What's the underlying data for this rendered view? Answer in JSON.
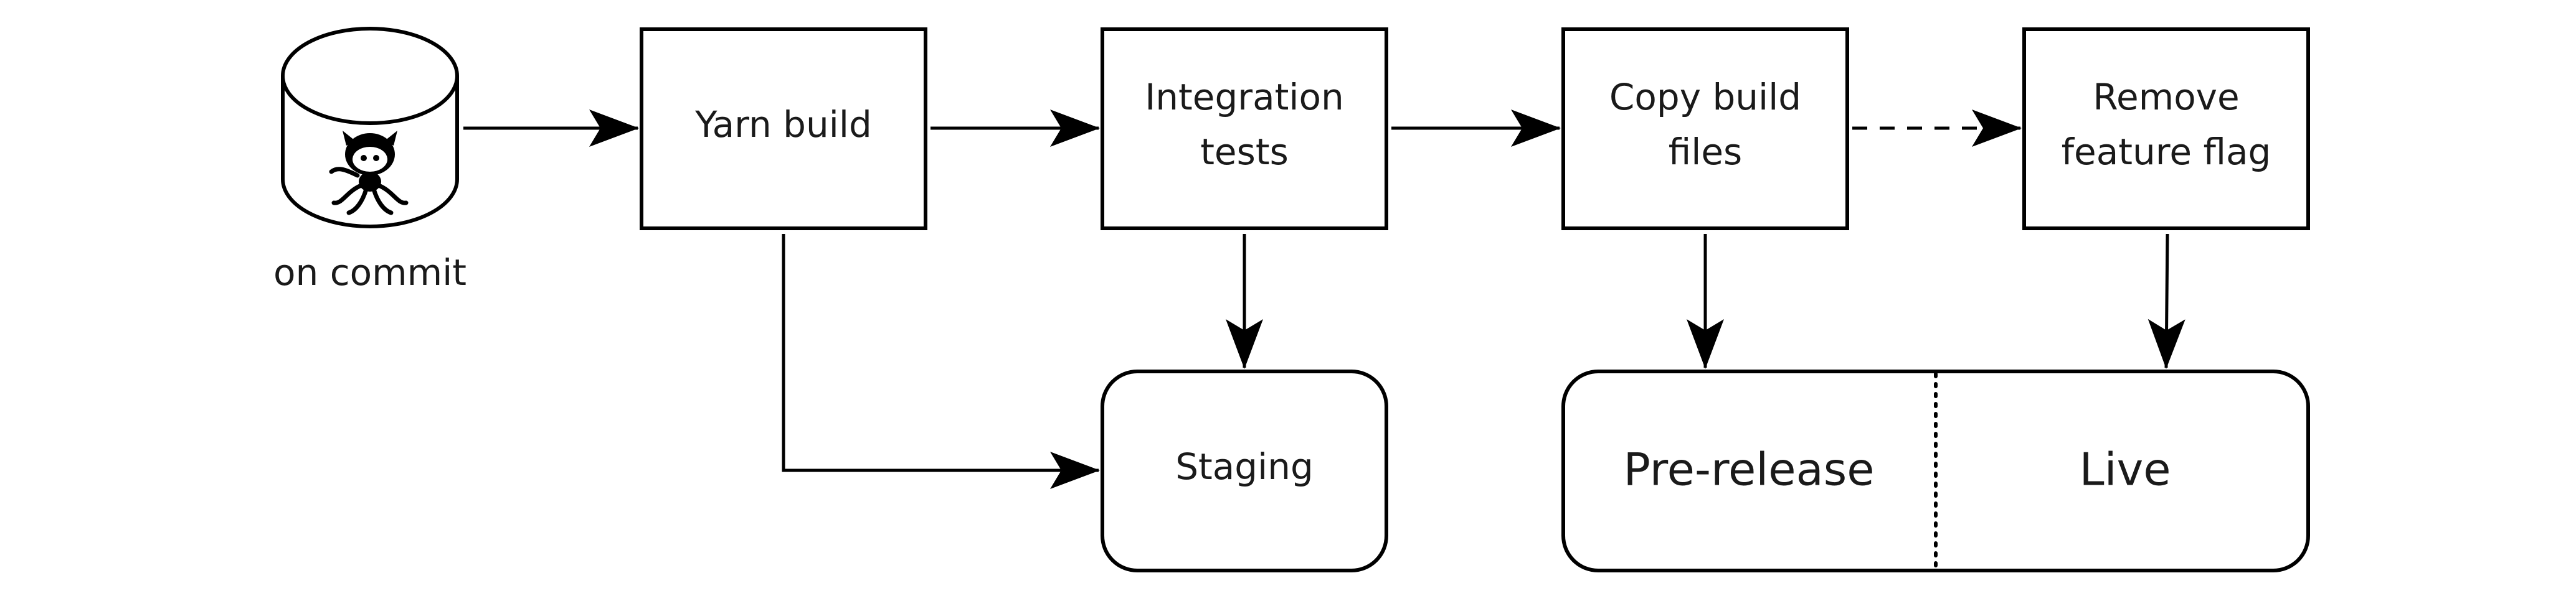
{
  "source": {
    "caption": "on commit",
    "icon": "octocat-icon"
  },
  "nodes": {
    "yarn_build": {
      "lines": [
        "Yarn build"
      ]
    },
    "integration_tests": {
      "lines": [
        "Integration",
        "tests"
      ]
    },
    "copy_build_files": {
      "lines": [
        "Copy build",
        "files"
      ]
    },
    "remove_feature_flag": {
      "lines": [
        "Remove",
        "feature flag"
      ]
    },
    "staging": {
      "lines": [
        "Staging"
      ]
    },
    "pre_release": {
      "lines": [
        "Pre-release"
      ]
    },
    "live": {
      "lines": [
        "Live"
      ]
    }
  },
  "edges": [
    {
      "from": "on commit",
      "to": "Yarn build",
      "style": "solid"
    },
    {
      "from": "Yarn build",
      "to": "Integration tests",
      "style": "solid"
    },
    {
      "from": "Integration tests",
      "to": "Copy build files",
      "style": "solid"
    },
    {
      "from": "Copy build files",
      "to": "Remove feature flag",
      "style": "dashed"
    },
    {
      "from": "Yarn build",
      "to": "Staging",
      "style": "solid"
    },
    {
      "from": "Integration tests",
      "to": "Staging",
      "style": "solid"
    },
    {
      "from": "Copy build files",
      "to": "Pre-release",
      "style": "solid"
    },
    {
      "from": "Remove feature flag",
      "to": "Live",
      "style": "solid"
    }
  ]
}
